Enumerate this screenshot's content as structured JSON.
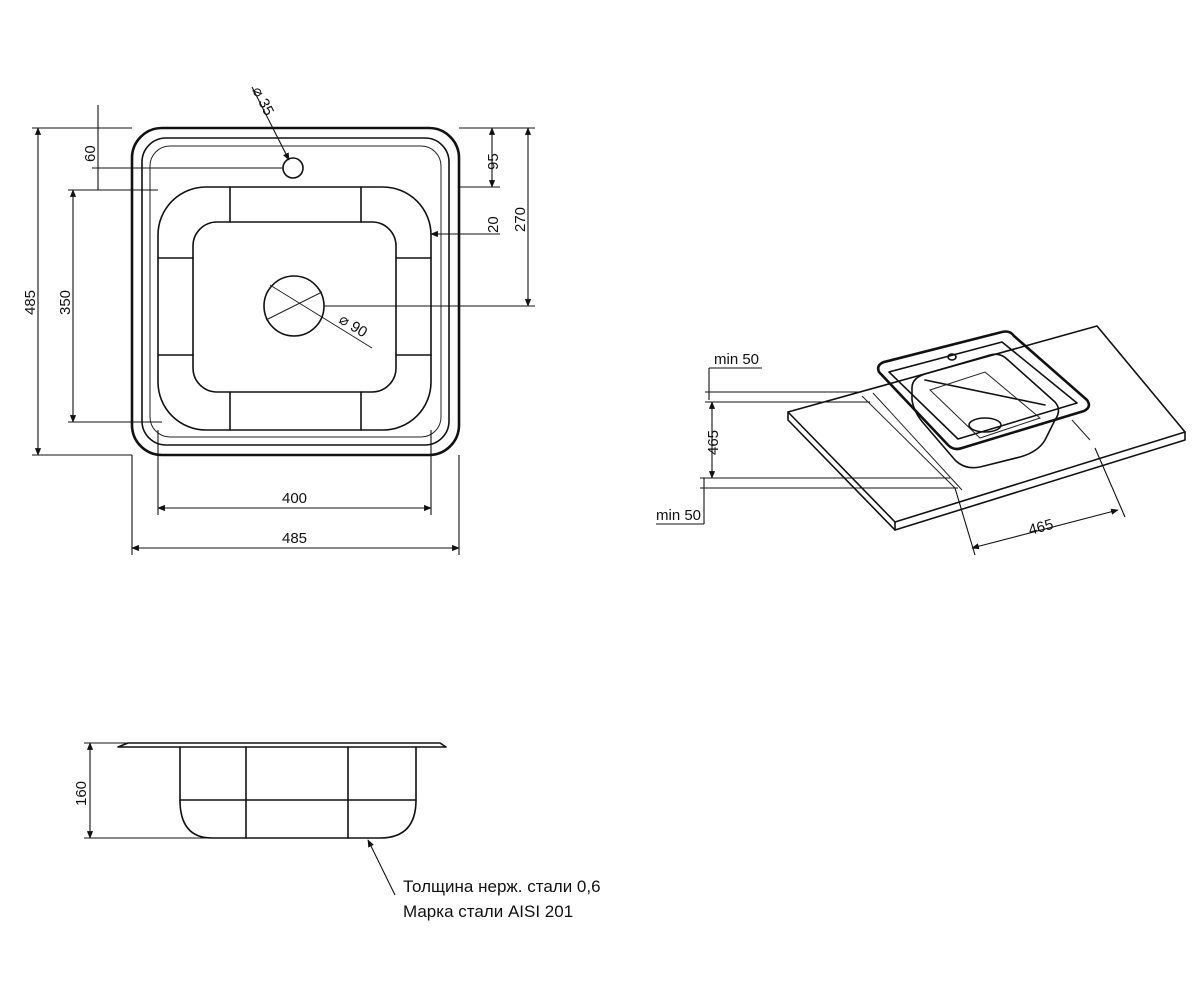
{
  "top_view": {
    "overall_width": "485",
    "overall_height": "485",
    "bowl_width": "400",
    "bowl_height": "350",
    "tap_hole_offset": "60",
    "tap_hole_diameter": "⌀ 35",
    "drain_diameter": "⌀ 90",
    "rim_to_bowl": "95",
    "corner_radius_note": "20",
    "drain_offset": "270"
  },
  "iso_view": {
    "min_back": "min 50",
    "min_front": "min 50",
    "cabinet_depth": "465",
    "cabinet_width": "465"
  },
  "side_view": {
    "depth": "160"
  },
  "notes": {
    "line1": "Толщина нерж. стали 0,6",
    "line2": "Марка стали AISI 201"
  }
}
